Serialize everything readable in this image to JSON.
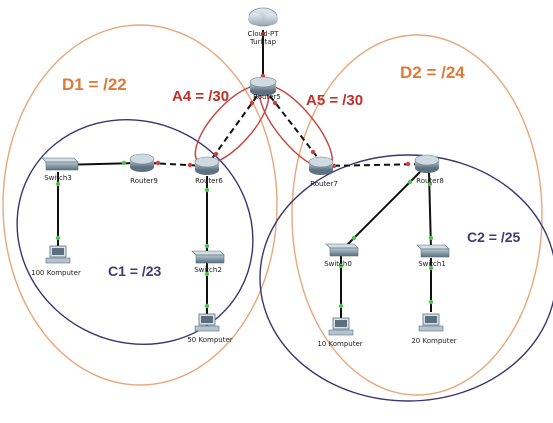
{
  "diagram": {
    "nodes": {
      "cloud": {
        "label": "Cloud-PT",
        "sublabel": "Turktap"
      },
      "router_top": {
        "label": "Router5"
      },
      "switch3": {
        "label": "Switch3"
      },
      "router9": {
        "label": "Router9"
      },
      "router6": {
        "label": "Router6"
      },
      "router7": {
        "label": "Router7"
      },
      "router8": {
        "label": "Router8"
      },
      "switch2": {
        "label": "Switch2"
      },
      "switch0": {
        "label": "Switch0"
      },
      "switch1": {
        "label": "Switch1"
      },
      "pc100": {
        "label": "100 Komputer"
      },
      "pc50": {
        "label": "50 Komputer"
      },
      "pc10": {
        "label": "10 Komputer"
      },
      "pc20": {
        "label": "20 Komputer"
      }
    },
    "subnets": {
      "d1": "D1 = /22",
      "d2": "D2 = /24",
      "a4": "A4 = /30",
      "a5": "A5 = /30",
      "c1": "C1 = /23",
      "c2": "C2 = /25"
    },
    "colors": {
      "orange_ellipse": "#e8a77a",
      "navy_ellipse": "#3a3470",
      "red_ellipse": "#c8413a",
      "link_solid": "#111111",
      "link_dashed": "#111111",
      "port_up": "#4fc04a",
      "port_red": "#d83a3a"
    }
  }
}
